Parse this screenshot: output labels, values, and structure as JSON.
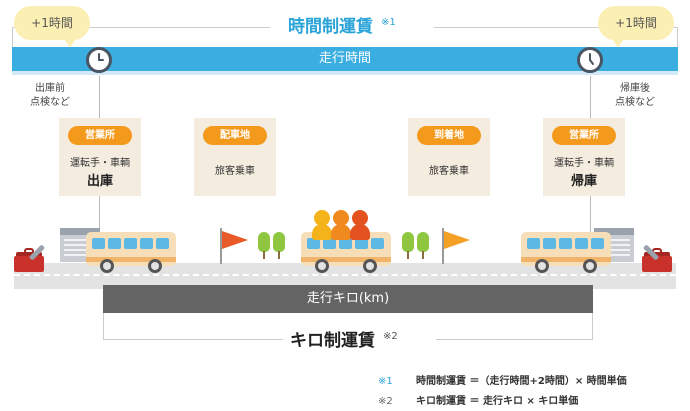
{
  "time_fare": {
    "title": "時間制運賃",
    "note_mark": "※1",
    "bar_label": "走行時間"
  },
  "bubbles": {
    "left": "+1時間",
    "right": "+1時間"
  },
  "side_notes": {
    "left_line1": "出庫前",
    "left_line2": "点検など",
    "right_line1": "帰庫後",
    "right_line2": "点検など"
  },
  "stations": [
    {
      "label": "営業所",
      "sub": "運転手・車輌",
      "main": "出庫"
    },
    {
      "label": "配車地",
      "sub": "旅客乗車",
      "main": ""
    },
    {
      "label": "到着地",
      "sub": "旅客乗車",
      "main": ""
    },
    {
      "label": "営業所",
      "sub": "運転手・車輌",
      "main": "帰庫"
    }
  ],
  "kilo_fare": {
    "bar_label": "走行キロ(km)",
    "title": "キロ制運賃",
    "note_mark": "※2"
  },
  "footnotes": [
    {
      "mark": "※1",
      "text": "時間制運賃 ＝（走行時間+2時間）× 時間単価"
    },
    {
      "mark": "※2",
      "text": "キロ制運賃 ＝ 走行キロ × キロ単価"
    }
  ],
  "colors": {
    "time_blue": "#3aaee0",
    "station_orange": "#f39a1d",
    "card_beige": "#f5ece0",
    "kilo_gray": "#646464",
    "bubble_yellow": "#fcefb4"
  },
  "icons": [
    "clock-icon",
    "bus-icon",
    "flag-icon",
    "tree-icon",
    "passenger-icon",
    "toolbox-icon",
    "depot-building-icon"
  ]
}
